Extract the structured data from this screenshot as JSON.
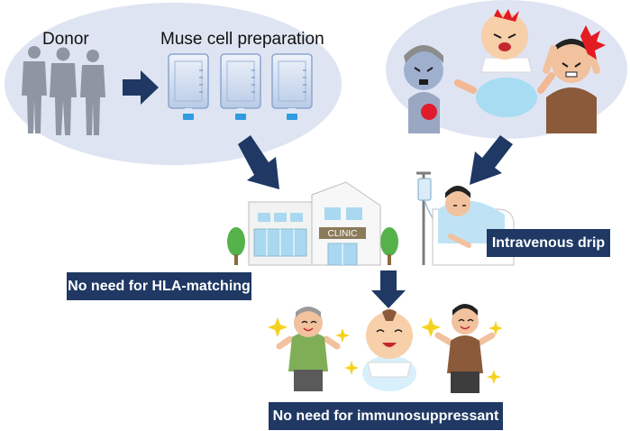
{
  "labels": {
    "donor": "Donor",
    "muse": "Muse cell preparation",
    "clinic_sign": "CLINIC",
    "hla": "No need for HLA-matching",
    "iv": "Intravenous drip",
    "immuno": "No need for immunosuppressant"
  },
  "colors": {
    "ellipse": "#dfe4f2",
    "arrow": "#1f3864",
    "box": "#1f3864"
  }
}
